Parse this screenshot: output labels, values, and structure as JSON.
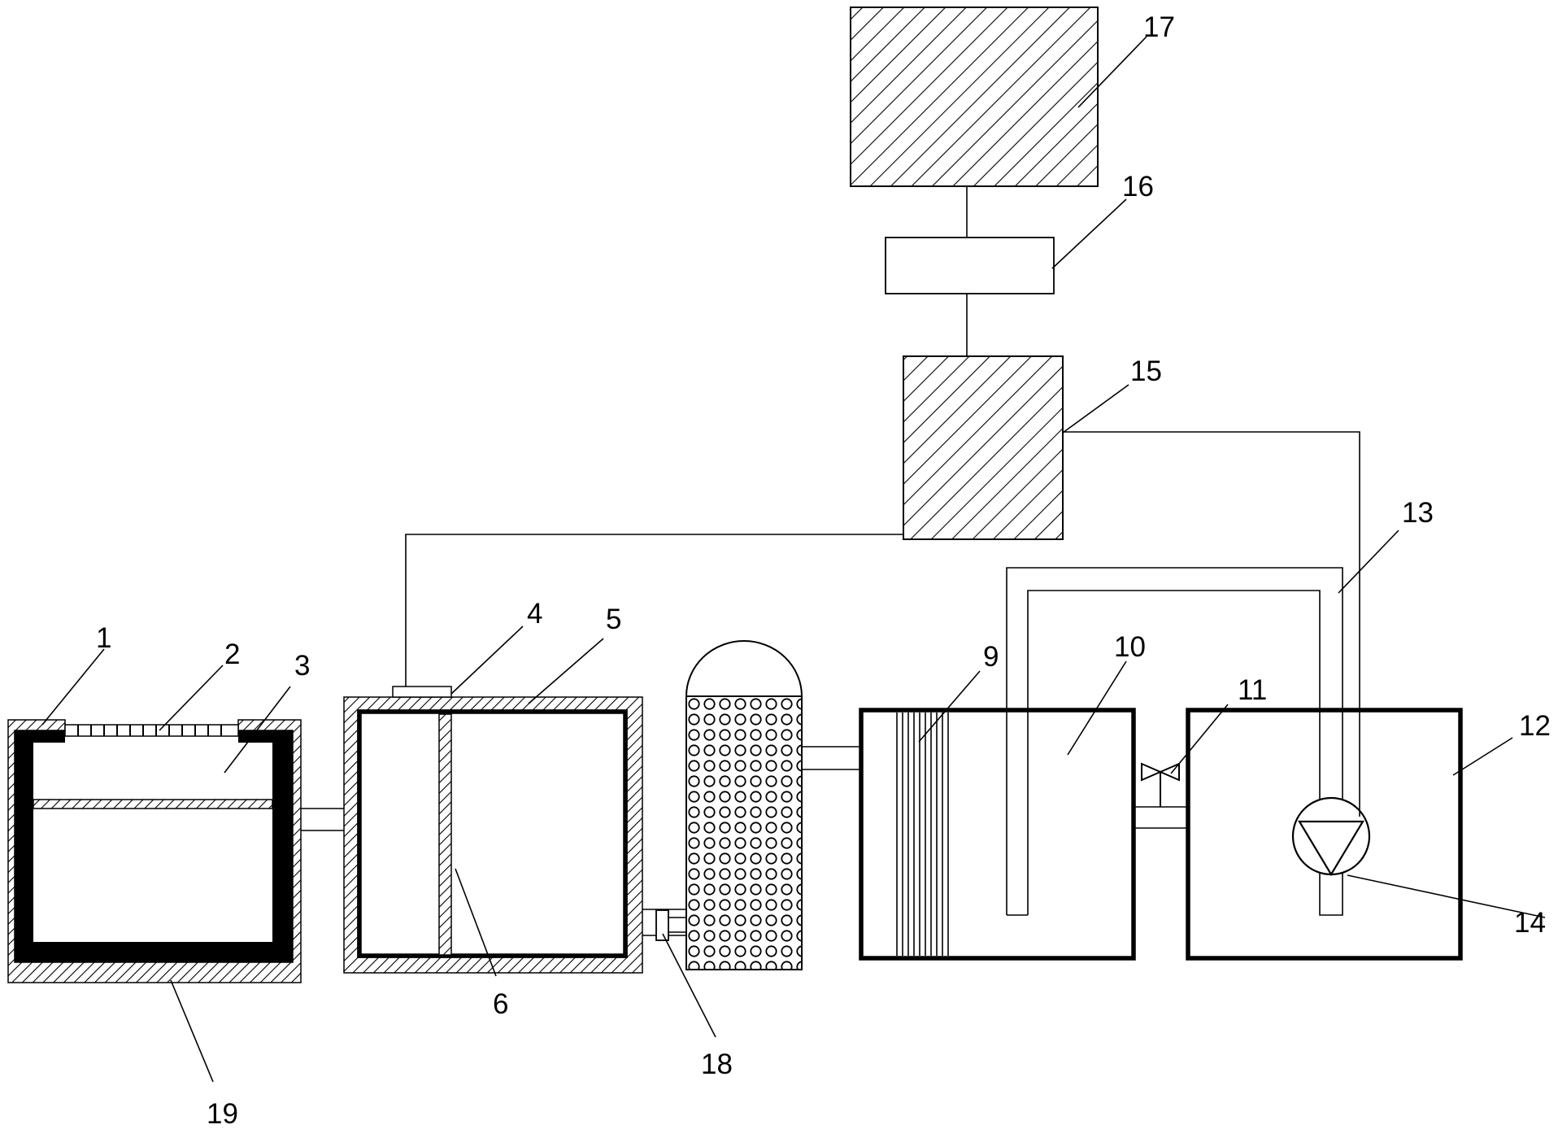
{
  "labels": {
    "l1": "1",
    "l2": "2",
    "l3": "3",
    "l4": "4",
    "l5": "5",
    "l6": "6",
    "l9": "9",
    "l10": "10",
    "l11": "11",
    "l12": "12",
    "l13": "13",
    "l14": "14",
    "l15": "15",
    "l16": "16",
    "l17": "17",
    "l18": "18",
    "l19": "19"
  }
}
